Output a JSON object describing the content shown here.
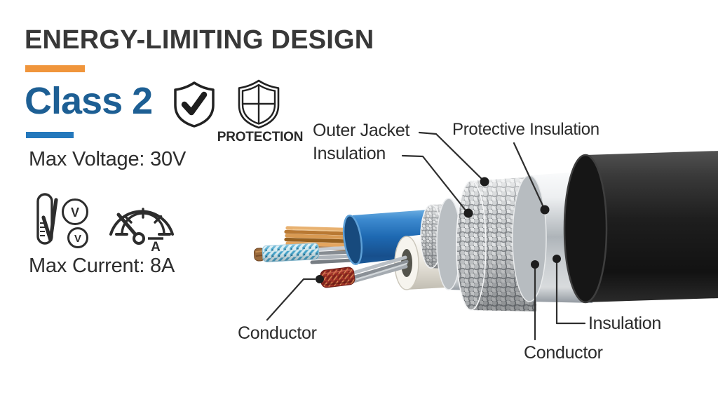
{
  "page": {
    "background": "#ffffff"
  },
  "header": {
    "title": "ENERGY-LIMITING DESIGN",
    "accent_bar_color": "#F0953B"
  },
  "class_section": {
    "class_label": "Class 2",
    "class_color": "#1D5F94",
    "underline_color": "#2478BC",
    "protection_label": "PROTECTION"
  },
  "specs": {
    "max_voltage_label": "Max Voltage: 30V",
    "max_current_label": "Max Current: 8A",
    "voltmeter_letter_large": "V",
    "voltmeter_letter_small": "V",
    "ammeter_letter": "A"
  },
  "icons": {
    "shield_check": "shield-check-icon",
    "shield_cross": "shield-cross-icon",
    "thermometer_check": "thermometer-check-icon",
    "voltmeter_circles": "voltmeter-icon",
    "ammeter_gauge": "ammeter-gauge-icon"
  },
  "diagram": {
    "subject": "energy-limiting cable cutaway",
    "labels": {
      "outer_jacket_line1": "Outer Jacket",
      "outer_jacket_line2": "Insulation",
      "protective_insulation": "Protective Insulation",
      "conductor_left": "Conductor",
      "insulation_right": "Insulation",
      "conductor_right": "Conductor"
    },
    "layer_colors": {
      "outer_jacket_black": "#1E1E1E",
      "protective_insulation_silver": "#C6CACD",
      "braid_gray": "#D6D9DB",
      "blue_wire": "#1E69B2",
      "copper": "#C98338",
      "white_tube": "#EFECE4",
      "red_conductor": "#A53328",
      "tinned_strands": "#AEB4BA",
      "signal_wire_blue": "#4FA8CC"
    }
  }
}
